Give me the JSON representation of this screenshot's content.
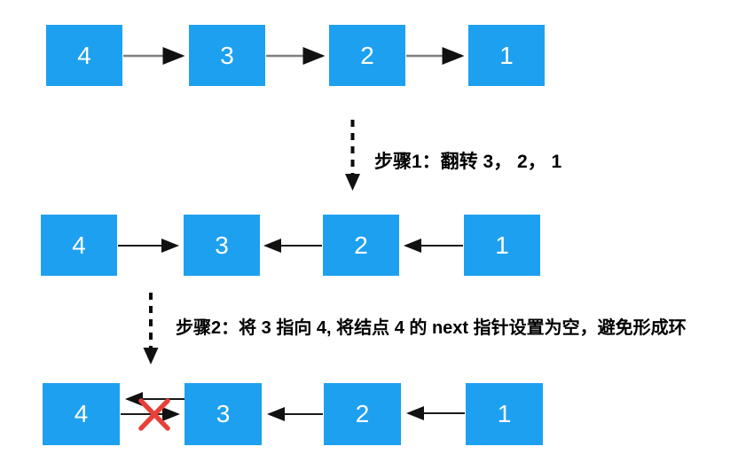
{
  "diagram": {
    "topic": "singly-linked-list reversal",
    "rows": [
      {
        "id": "initial-list",
        "nodes": [
          "4",
          "3",
          "2",
          "1"
        ],
        "arrows": [
          {
            "from": "4",
            "to": "3"
          },
          {
            "from": "3",
            "to": "2"
          },
          {
            "from": "2",
            "to": "1"
          }
        ]
      },
      {
        "id": "after-step-1",
        "nodes": [
          "4",
          "3",
          "2",
          "1"
        ],
        "arrows": [
          {
            "from": "4",
            "to": "3"
          },
          {
            "from": "2",
            "to": "3"
          },
          {
            "from": "1",
            "to": "2"
          }
        ]
      },
      {
        "id": "after-step-2",
        "nodes": [
          "4",
          "3",
          "2",
          "1"
        ],
        "arrows": [
          {
            "from": "3",
            "to": "4"
          },
          {
            "from": "4",
            "to": "3",
            "crossed_out": true
          },
          {
            "from": "2",
            "to": "3"
          },
          {
            "from": "1",
            "to": "2"
          }
        ]
      }
    ],
    "steps": [
      {
        "label": "步骤1：翻转 3， 2， 1"
      },
      {
        "label": "步骤2：将 3 指向 4, 将结点 4 的 next 指针设置为空，避免形成环"
      }
    ],
    "colors": {
      "node_fill": "#1EA0F0",
      "node_text": "#ffffff",
      "arrow_line_top_row": "#7f7f7f",
      "arrow_line": "#1a1a1a",
      "arrow_head": "#111111",
      "step_text": "#000000",
      "cross_mark": "#E84038",
      "background": "#ffffff"
    }
  }
}
